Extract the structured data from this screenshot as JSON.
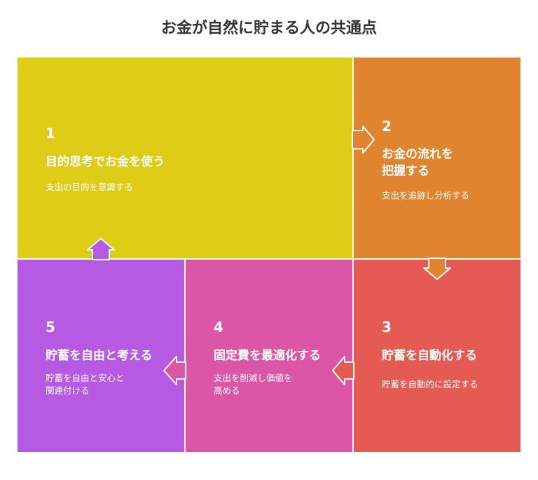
{
  "title": "お金が自然に貯まる人の共通点",
  "colors": {
    "step1": "#dfcc16",
    "step2": "#e08430",
    "step3": "#e55a52",
    "step4": "#dc56a8",
    "step5": "#b65ae3"
  },
  "steps": [
    {
      "number": "1",
      "heading": "目的思考でお金を使う",
      "description": "支出の目的を意識する"
    },
    {
      "number": "2",
      "heading": "お金の流れを\n把握する",
      "description": "支出を追跡し分析する"
    },
    {
      "number": "3",
      "heading": "貯蓄を自動化する",
      "description": "貯蓄を自動的に設定する"
    },
    {
      "number": "4",
      "heading": "固定費を最適化する",
      "description": "支出を削減し価値を\n高める"
    },
    {
      "number": "5",
      "heading": "貯蓄を自由と考える",
      "description": "貯蓄を自由と安心と\n関連付ける"
    }
  ]
}
